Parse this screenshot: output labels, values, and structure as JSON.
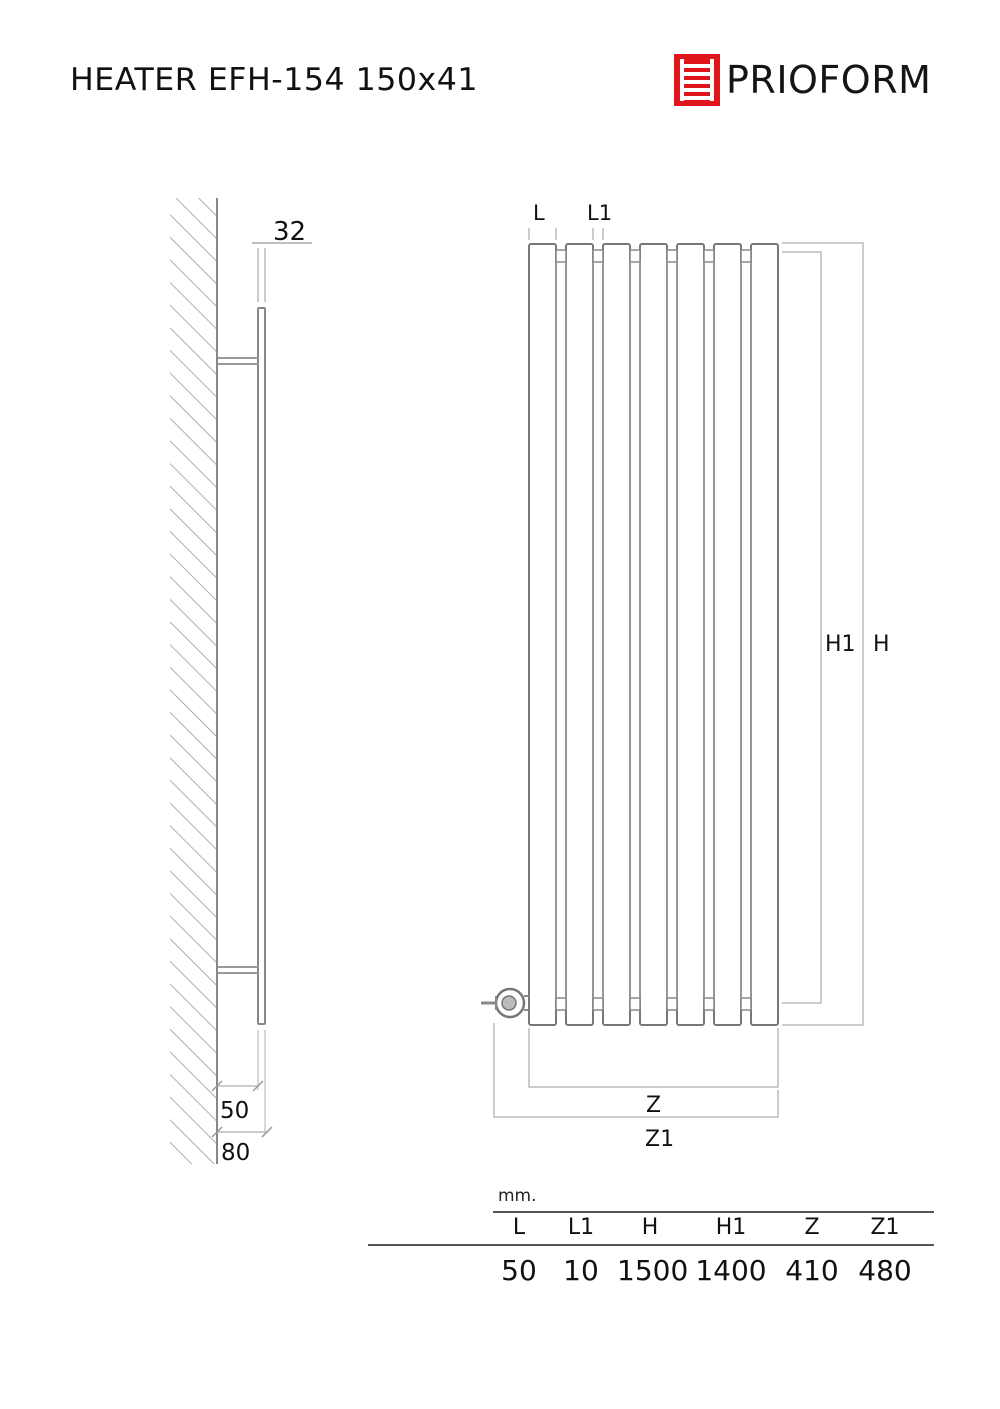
{
  "header": {
    "title": "HEATER  EFH-154  150x41",
    "brand": "PRIOFORM",
    "brand_color": "#e0141b"
  },
  "side_view": {
    "dim_depth_panel": "32",
    "dim_wall_to_front": "50",
    "dim_wall_to_outer": "80"
  },
  "front_view": {
    "label_L": "L",
    "label_L1": "L1",
    "label_H1": "H1",
    "label_H": "H",
    "label_Z": "Z",
    "label_Z1": "Z1",
    "section_count": 7
  },
  "spec_table": {
    "units": "mm.",
    "columns": [
      "L",
      "L1",
      "H",
      "H1",
      "Z",
      "Z1"
    ],
    "values": [
      "50",
      "10",
      "1500",
      "1400",
      "410",
      "480"
    ]
  }
}
